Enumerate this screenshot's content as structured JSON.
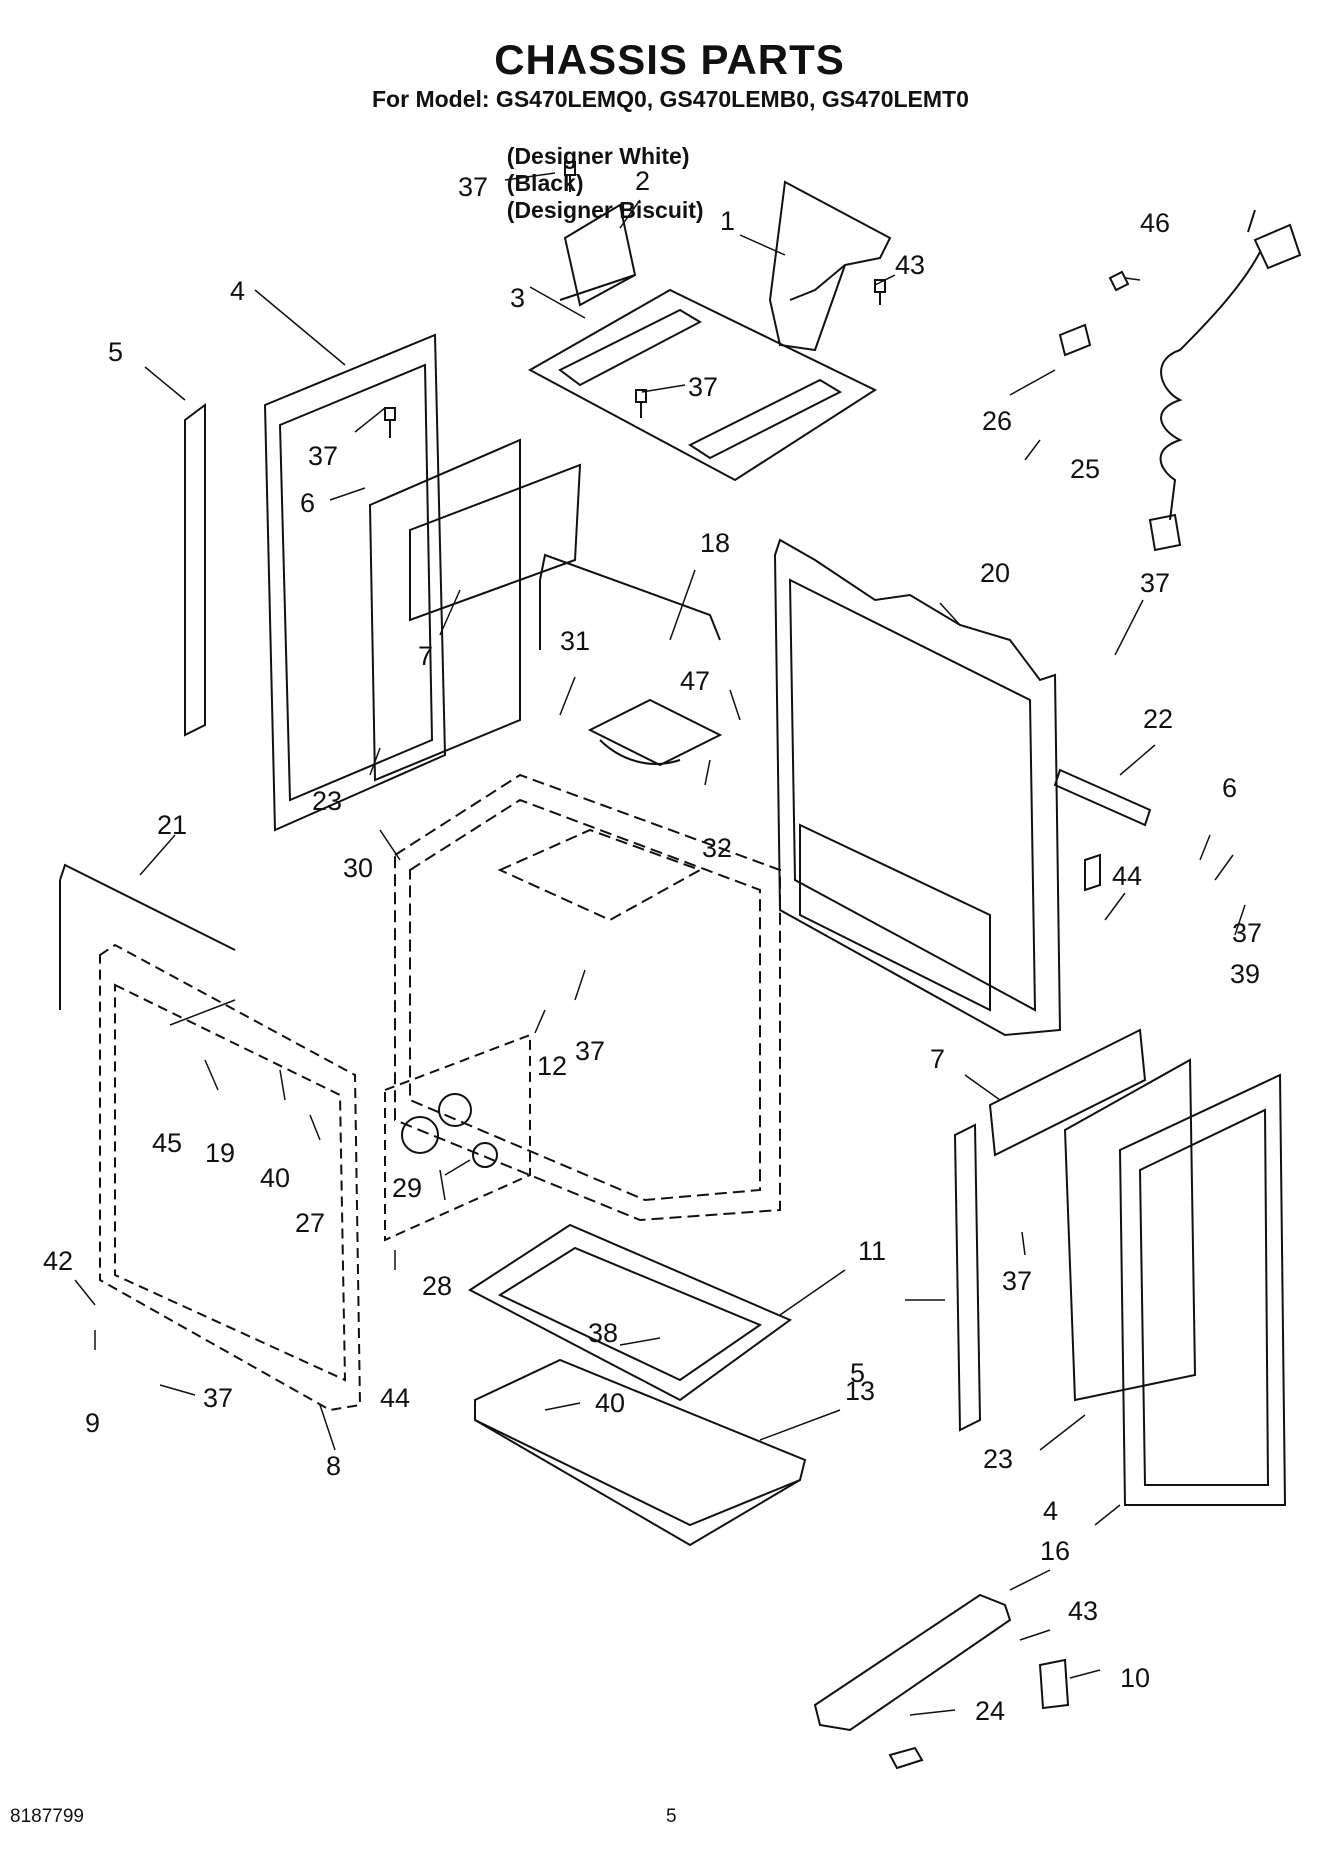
{
  "header": {
    "title": "CHASSIS PARTS",
    "subtitle": "For Model: GS470LEMQ0, GS470LEMB0, GS470LEMT0",
    "variants": [
      "(Designer White)",
      "(Black)",
      "(Designer Biscuit)"
    ]
  },
  "callouts": [
    "37",
    "2",
    "1",
    "43",
    "46",
    "4",
    "3",
    "5",
    "37",
    "26",
    "37",
    "6",
    "25",
    "7",
    "18",
    "20",
    "31",
    "37",
    "47",
    "22",
    "6",
    "23",
    "30",
    "32",
    "21",
    "44",
    "37",
    "39",
    "12",
    "37",
    "7",
    "45",
    "19",
    "40",
    "27",
    "29",
    "28",
    "11",
    "42",
    "44",
    "37",
    "5",
    "38",
    "40",
    "13",
    "9",
    "37",
    "8",
    "23",
    "4",
    "16",
    "43",
    "24",
    "10"
  ],
  "footer": {
    "doc_number": "8187799",
    "page_number": "5"
  }
}
